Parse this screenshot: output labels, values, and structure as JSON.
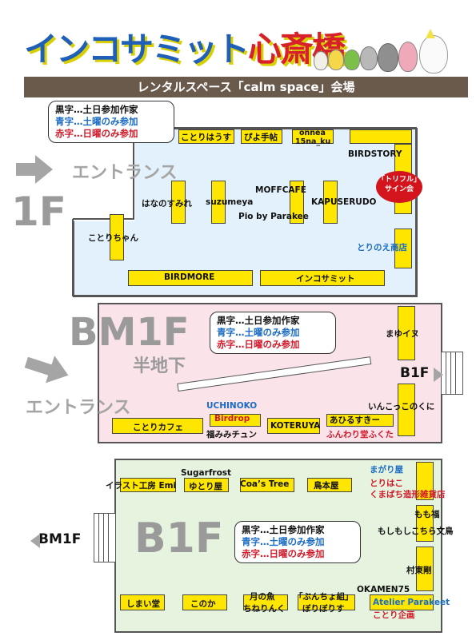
{
  "header": {
    "title_part1": "インコサミット",
    "title_part2": "心斎橋",
    "subtitle": "レンタルスペース「calm space」会場"
  },
  "legend": {
    "black": "黒字…土日参加作家",
    "blue": "青字…土曜のみ参加",
    "red": "赤字…日曜のみ参加"
  },
  "colors": {
    "floor_1f": "#e2f1fb",
    "floor_bm1f": "#fbe3ea",
    "floor_b1f": "#e6f3de",
    "booth": "#ffe600",
    "saturday_only": "#1a6bc4",
    "sunday_only": "#d11a2a"
  },
  "floor_1f": {
    "label": "1F",
    "entrance": "エントランス",
    "booths": {
      "kotori_house": "ことりはうす",
      "piyo": "ぴよ手帖",
      "onnea": "onnea",
      "na_ku": "15na_ku",
      "birdstory": "BIRDSTORY",
      "moffcafe": "MOFFCAFE",
      "hananosumire": "はなのすみれ",
      "suzumeya": "suzumeya",
      "kapuserudo": "KAPUSERUDO",
      "pio": "Pio by Parakee",
      "kotorichan": "ことりちゃん",
      "torinoe": "とりのえ商店",
      "birdmore": "BIRDMORE",
      "inko_summit": "インコサミット"
    },
    "sign_event_line1": "「トリフル」",
    "sign_event_line2": "サイン会"
  },
  "floor_bm1f": {
    "label": "BM1F",
    "sublabel": "半地下",
    "entrance": "エントランス",
    "to_b1f": "B1F",
    "booths": {
      "mayuinu": "まゆイヌ",
      "inkokonokuni": "いんこっこのくに",
      "uchinoko": "UCHINOKO",
      "kotori_cafe": "ことりカフェ",
      "birdrop": "Birdrop",
      "fukumimi": "福みみチュン",
      "koteruya": "KOTERUYA",
      "ahirusuki": "あひるすきー",
      "funwari": "ふんわり堂ふくた"
    }
  },
  "floor_b1f": {
    "label": "B1F",
    "to_bm1f": "BM1F",
    "booths": {
      "sugarfrost": "Sugarfrost",
      "illust": "イラスト工房 Emi",
      "yutoriya": "ゆとり屋",
      "coas_tree": "Coa’s Tree",
      "torimotoya": "鳥本屋",
      "magariya": "まがり屋",
      "torihako": "とりはこ",
      "kumabachi": "くまばち造形雑貨店",
      "momofuku": "もも福",
      "moshimoshi": "もしもしこちら文鳥",
      "murahigashi": "村東剛",
      "okamen": "OKAMEN75",
      "atelier": "Atelier Parakeet",
      "kotori_kikaku": "ことり企画",
      "shimaido": "しまい堂",
      "konoka": "このか",
      "tsukinouo": "月の魚",
      "chinerinku": "ちねりんく",
      "bunchou": "「ぶんちょ組」",
      "boriboriasu": "ぼりぼりす"
    }
  }
}
